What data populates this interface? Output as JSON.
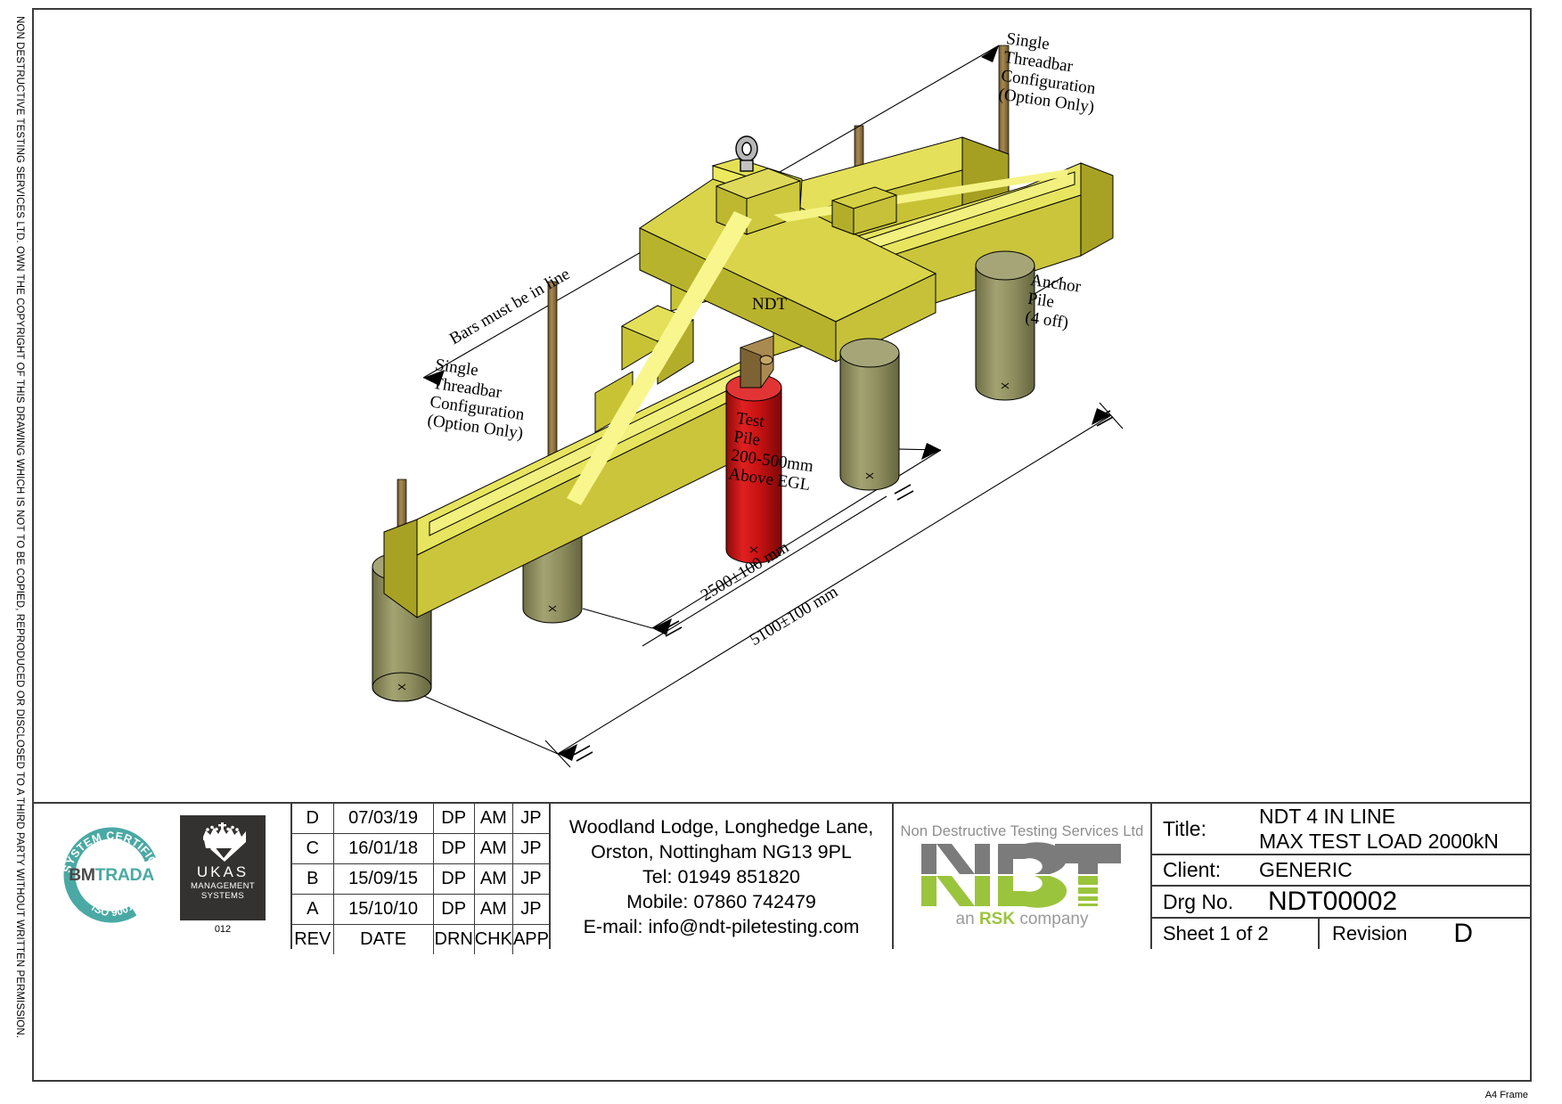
{
  "sheet": {
    "copyright_note": "NON DESTRUCTIVE TESTING SERVICES LTD.  OWN THE COPYRIGHT OF THIS DRAWING WHICH IS NOT TO BE COPIED, REPRODUCED OR DISCLOSED TO A THIRD PARTY WITHOUT WRITTEN PERMISSION.",
    "frame_label": "A4 Frame"
  },
  "drawing": {
    "annotations": {
      "bars_in_line": "Bars must be in line",
      "single_threadbar_left": "Single\nThreadbar\nConfiguration\n(Option Only)",
      "single_threadbar_right": "Single\nThreadbar\nConfiguration\n(Option Only)",
      "ndt_beam_label": "NDT",
      "anchor_pile": "Anchor\nPile\n(4 off)",
      "test_pile": "Test\nPile\n200-500mm\nAbove EGL",
      "dim_2500": "2500±100 mm",
      "dim_5100": "5100±100 mm"
    },
    "colors": {
      "beam_yellow": "#d4cf3f",
      "beam_yellow_light": "#e8e55c",
      "beam_yellow_dark": "#b3ad2a",
      "pile_olive": "#8d8d5e",
      "pile_olive_light": "#9e9e6d",
      "pile_olive_dark": "#75754b",
      "test_pile_red": "#cc1111",
      "test_pile_red_dark": "#8e0a0a",
      "bar_bronze": "#8a7040",
      "line_black": "#000000"
    }
  },
  "title_block": {
    "certification": {
      "bmtrada": {
        "arc_top": "SYSTEM CERTIFICATION",
        "arc_bottom": "ISO 9001",
        "name_dark": "BM",
        "name_teal": "TRADA",
        "color_teal": "#4aa9a4"
      },
      "ukas": {
        "title": "UKAS",
        "line1": "MANAGEMENT",
        "line2": "SYSTEMS",
        "number": "012",
        "color_bg": "#333231"
      }
    },
    "revisions": {
      "columns": [
        "REV",
        "DATE",
        "DRN",
        "CHK",
        "APP"
      ],
      "rows": [
        {
          "rev": "D",
          "date": "07/03/19",
          "drn": "DP",
          "chk": "AM",
          "app": "JP"
        },
        {
          "rev": "C",
          "date": "16/01/18",
          "drn": "DP",
          "chk": "AM",
          "app": "JP"
        },
        {
          "rev": "B",
          "date": "15/09/15",
          "drn": "DP",
          "chk": "AM",
          "app": "JP"
        },
        {
          "rev": "A",
          "date": "15/10/10",
          "drn": "DP",
          "chk": "AM",
          "app": "JP"
        }
      ]
    },
    "address": {
      "line1": "Woodland Lodge, Longhedge Lane,",
      "line2": "Orston, Nottingham NG13 9PL",
      "line3": "Tel: 01949 851820",
      "line4": "Mobile: 07860 742479",
      "line5": "E-mail: info@ndt-piletesting.com"
    },
    "company_logo": {
      "tagline": "Non Destructive Testing Services Ltd",
      "wordmark": "NDT",
      "parent_prefix": "an ",
      "parent_name": "RSK",
      "parent_suffix": " company",
      "color_gray": "#7b7b7b",
      "color_green": "#9ac43c"
    },
    "fields": {
      "title_label": "Title:",
      "title_line1": "NDT 4 IN LINE",
      "title_line2": "MAX TEST LOAD 2000kN",
      "client_label": "Client:",
      "client_value": "GENERIC",
      "drg_label": "Drg No.",
      "drg_value": "NDT00002",
      "sheet_value": "Sheet 1 of 2",
      "revision_label": "Revision",
      "revision_value": "D"
    }
  }
}
